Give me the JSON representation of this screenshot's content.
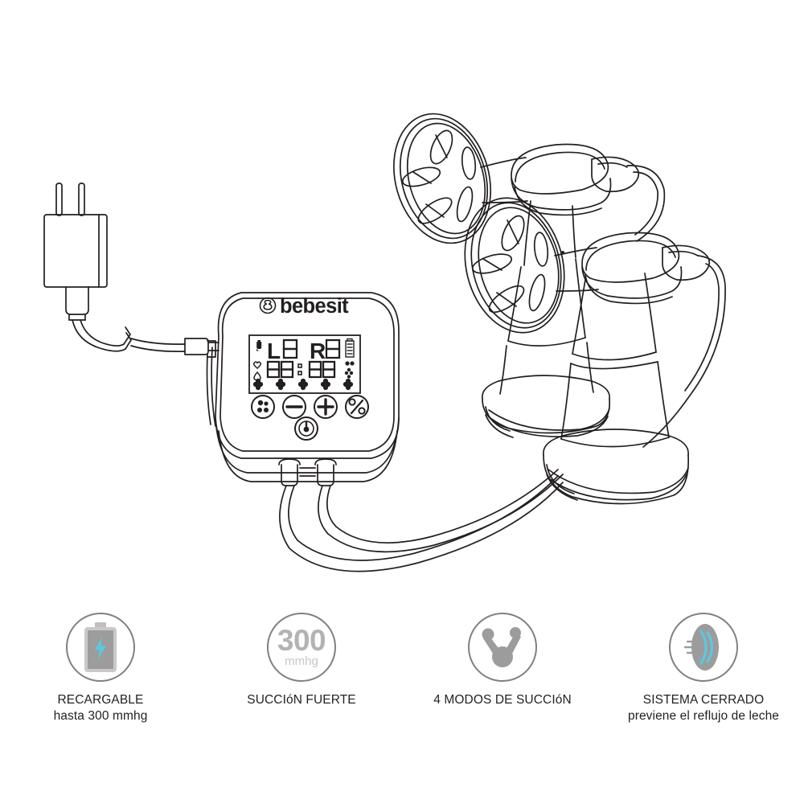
{
  "product": {
    "brand_logo_text": "bebesit",
    "device_type": "double electric breast pump",
    "display": {
      "top_line": "L8 R8",
      "left_digit_label": "L",
      "left_digit_value": "8",
      "right_digit_label": "R",
      "right_digit_value": "8",
      "timer": "88:88",
      "timer_left": "88",
      "timer_right": "88",
      "icons_left": [
        "bottle-icon",
        "heart-icon",
        "droplet-icon"
      ],
      "icons_right": [
        "battery-icon",
        "massage-icon",
        "flower-icon"
      ],
      "level_indicators": [
        "flower",
        "flower",
        "flower",
        "flower",
        "flower"
      ],
      "level_count": 5
    },
    "buttons": [
      {
        "name": "mode-button",
        "glyph": "mode-icon"
      },
      {
        "name": "minus-button",
        "glyph": "minus-icon"
      },
      {
        "name": "plus-button",
        "glyph": "plus-icon"
      },
      {
        "name": "suction-button",
        "glyph": "percent-icon"
      },
      {
        "name": "power-button",
        "glyph": "power-icon"
      }
    ],
    "accessories": {
      "adapter": "wall-charger-plug",
      "cable": "usb-charging-cable",
      "tubes": 2,
      "breast_shields": 2,
      "bottles": 2
    }
  },
  "features": [
    {
      "id": "rechargeable",
      "icon": "battery-charging-icon",
      "label": "RECARGABLE",
      "sublabel": "hasta 300 mmhg"
    },
    {
      "id": "strong-suction",
      "icon": "pressure-value-icon",
      "value": "300",
      "unit": "mmhg",
      "label": "SUCCIóN FUERTE",
      "sublabel": ""
    },
    {
      "id": "four-modes",
      "icon": "modes-molecule-icon",
      "label": "4 MODOS DE  SUCCIóN",
      "sublabel": ""
    },
    {
      "id": "closed-system",
      "icon": "closed-system-waves-icon",
      "label": "SISTEMA CERRADO",
      "sublabel": "previene el reflujo de leche"
    }
  ],
  "colors": {
    "line": "#231f20",
    "background": "#ffffff",
    "icon_circle": "#808080",
    "icon_gray": "#9c9c9c",
    "icon_gray_light": "#c9c9c9",
    "accent_cyan": "#5bc8e0",
    "text": "#231f20",
    "value_gray": "#b3b3b3"
  }
}
